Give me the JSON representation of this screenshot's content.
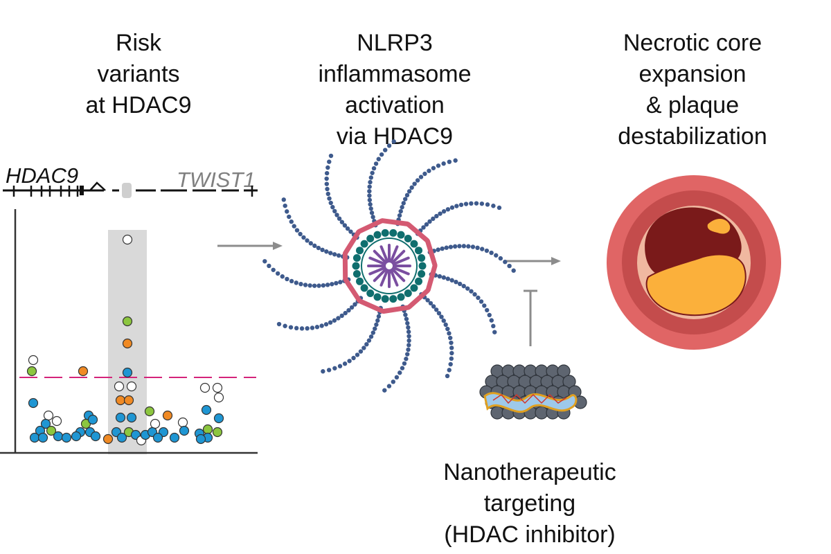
{
  "panels": {
    "risk": {
      "lines": [
        "Risk",
        "variants",
        "at HDAC9"
      ]
    },
    "nlrp3": {
      "lines": [
        "NLRP3",
        "inflammasome",
        "activation",
        "via HDAC9"
      ]
    },
    "necrotic": {
      "lines": [
        "Necrotic core",
        "expansion",
        "& plaque",
        "destabilization"
      ]
    },
    "nano": {
      "lines": [
        "Nanotherapeutic",
        "targeting",
        "(HDAC inhibitor)"
      ]
    }
  },
  "genes": {
    "left": "HDAC9",
    "right": "TWIST1"
  },
  "colors": {
    "blue": "#1f96d3",
    "orange": "#f08a24",
    "green": "#8cc63f",
    "white": "#ffffff",
    "threshold": "#d4237a",
    "highlight": "#d9d9d9",
    "arrow": "#8c8c8c",
    "bead": "#3e5a8c",
    "pink": "#d45a72",
    "teal": "#0f6e6e",
    "purple": "#7a4ea0",
    "vessel_outer": "#e06565",
    "vessel_mid": "#c44c4c",
    "vessel_inner": "#f0b8a0",
    "necrotic": "#7a1a1a",
    "lipid": "#fbb03b"
  }
}
